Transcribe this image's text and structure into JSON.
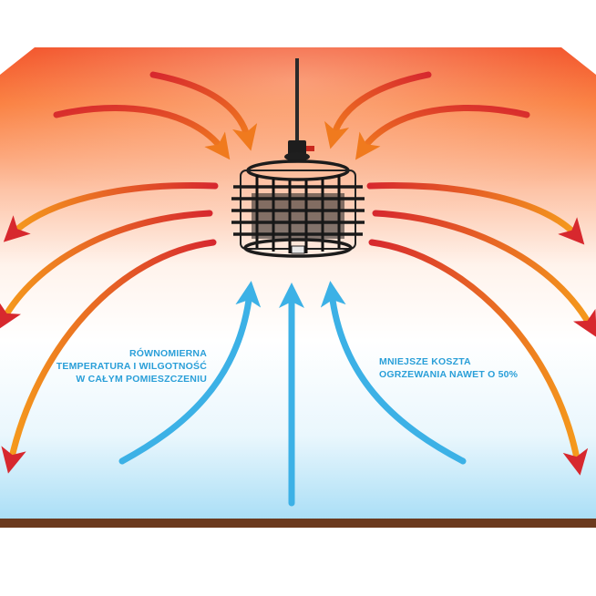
{
  "annotations": {
    "left": [
      "RÓWNOMIERNA",
      "TEMPERATURA I WILGOTNOŚĆ",
      "W CAŁYM POMIESZCZENIU"
    ],
    "right": [
      "MNIEJSZE KOSZTA",
      "OGRZEWANIA NAWET O 50%"
    ]
  },
  "colors": {
    "hot": "#ee3322",
    "warm": "#f59a1c",
    "hot_arrow": "#d7282e",
    "cold_arrow": "#3cb1e6",
    "floor": "#6b3a1e",
    "label": "#2a9fd8"
  }
}
